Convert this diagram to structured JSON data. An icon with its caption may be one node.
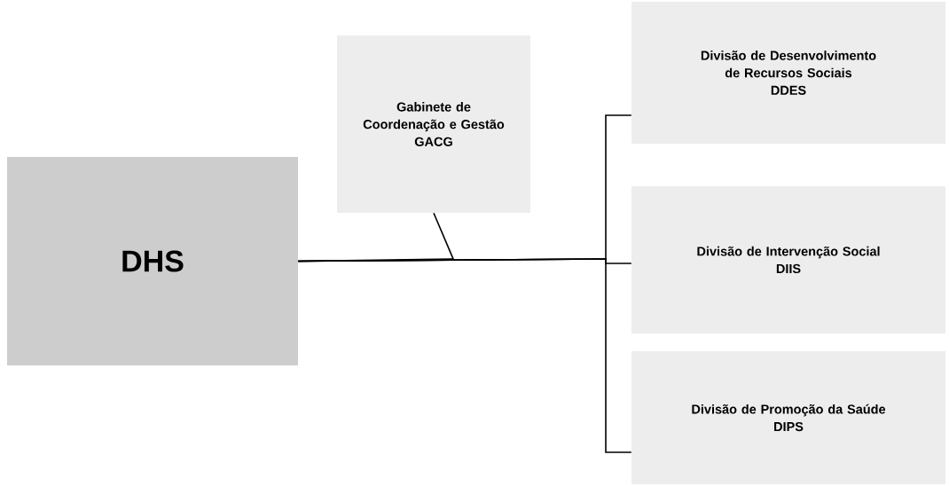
{
  "diagram": {
    "nodes": [
      {
        "text": [
          "DHS"
        ]
      },
      {
        "text": [
          "Gabinete de Coordenação e Gestão",
          "GACG"
        ]
      },
      {
        "text": [
          "Divisão de Desenvolvimento de Recursos Sociais",
          "DDES"
        ]
      },
      {
        "text": [
          "Divisão de Intervenção Social",
          "DIIS"
        ]
      },
      {
        "text": [
          "Divisão de Promoção da Saúde",
          "DIPS"
        ]
      }
    ],
    "edges": [
      {
        "from": 0,
        "to": 1,
        "arrow": "none"
      },
      {
        "from": 0,
        "to": 2,
        "arrow": "none"
      },
      {
        "from": 0,
        "to": 3,
        "arrow": "none"
      },
      {
        "from": 0,
        "to": 4,
        "arrow": "none"
      }
    ]
  }
}
